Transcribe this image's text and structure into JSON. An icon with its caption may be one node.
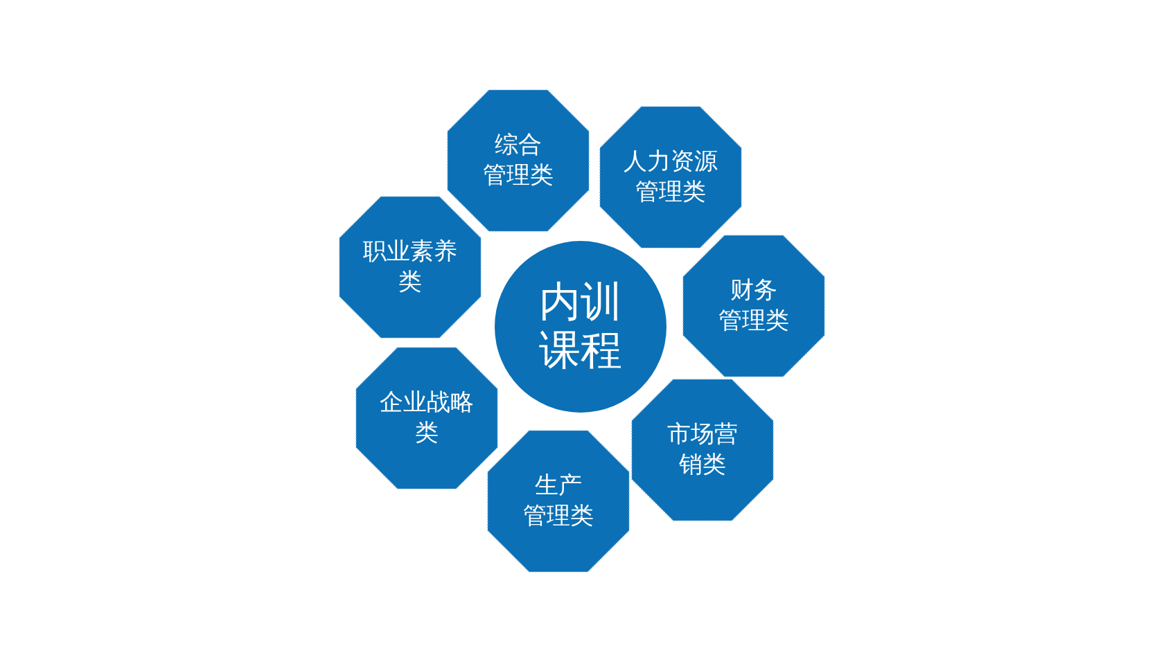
{
  "diagram": {
    "nodes": [
      {
        "text": [
          "内训课程"
        ]
      },
      {
        "text": [
          "综合管理类"
        ]
      },
      {
        "text": [
          "人力资源管理类"
        ]
      },
      {
        "text": [
          "财务管理类"
        ]
      },
      {
        "text": [
          "市场营销类"
        ]
      },
      {
        "text": [
          "生产管理类"
        ]
      },
      {
        "text": [
          "企业战略类"
        ]
      },
      {
        "text": [
          "职业素养类"
        ]
      }
    ]
  }
}
